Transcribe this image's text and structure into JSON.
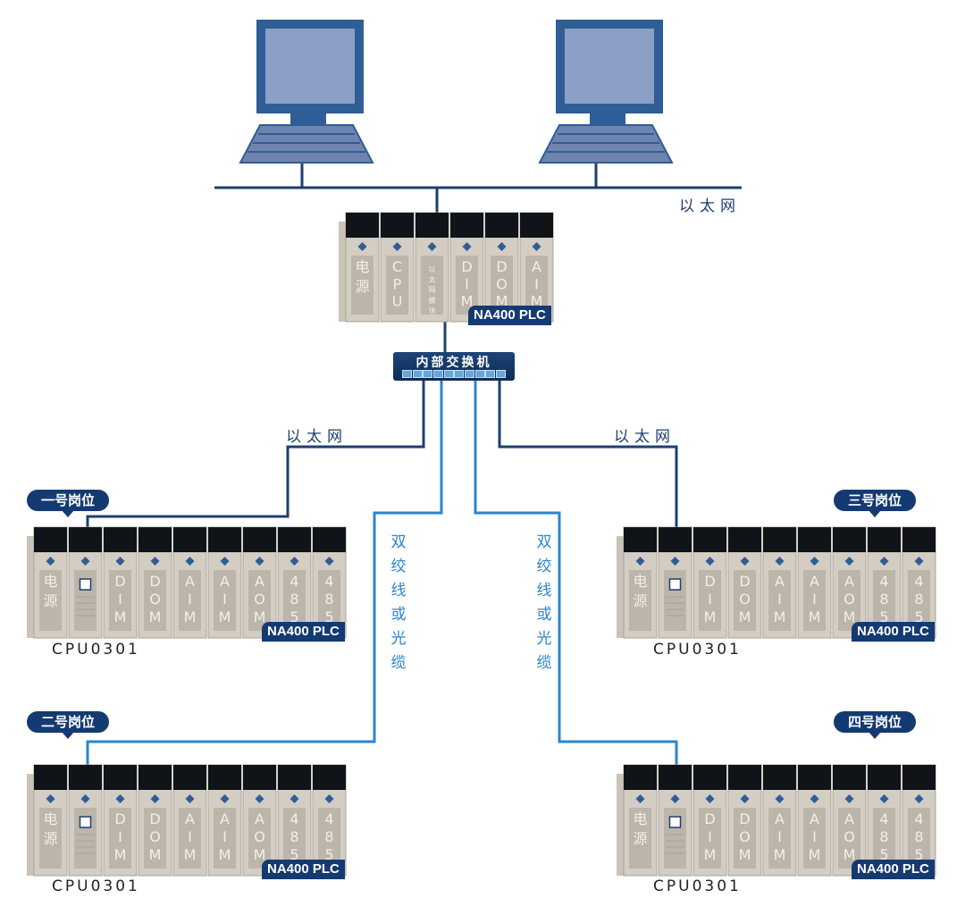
{
  "labels": {
    "ethernet_top": "以太网",
    "ethernet_left": "以太网",
    "ethernet_right": "以太网",
    "cable_left": "双绞线或光缆",
    "cable_right": "双绞线或光缆"
  },
  "switch": {
    "title": "内部交换机",
    "port_count": 10
  },
  "colors": {
    "dark_line": "#1e3f6e",
    "light_line": "#2a86cc",
    "badge": "#143a72",
    "module_face": "#d3cdc3",
    "module_cap": "#101418"
  },
  "main_plc": {
    "modules": [
      "电源",
      "CPU",
      "以太网模块",
      "DIM",
      "DOM",
      "AIM"
    ],
    "tag": "NA400 PLC"
  },
  "stations": [
    {
      "name": "一号岗位",
      "cpu": "CPU0301",
      "tag": "NA400 PLC",
      "link": "以太网",
      "modules": [
        "电源",
        "",
        "DIM",
        "DOM",
        "AIM",
        "AIM",
        "AOM",
        "485",
        "485"
      ]
    },
    {
      "name": "二号岗位",
      "cpu": "CPU0301",
      "tag": "NA400 PLC",
      "link": "双绞线或光缆",
      "modules": [
        "电源",
        "",
        "DIM",
        "DOM",
        "AIM",
        "AIM",
        "AOM",
        "485",
        "485"
      ]
    },
    {
      "name": "三号岗位",
      "cpu": "CPU0301",
      "tag": "NA400 PLC",
      "link": "以太网",
      "modules": [
        "电源",
        "",
        "DIM",
        "DOM",
        "AIM",
        "AIM",
        "AOM",
        "485",
        "485"
      ]
    },
    {
      "name": "四号岗位",
      "cpu": "CPU0301",
      "tag": "NA400 PLC",
      "link": "双绞线或光缆",
      "modules": [
        "电源",
        "",
        "DIM",
        "DOM",
        "AIM",
        "AIM",
        "AOM",
        "485",
        "485"
      ]
    }
  ],
  "computers": [
    {
      "icon": "computer-icon"
    },
    {
      "icon": "computer-icon"
    }
  ]
}
